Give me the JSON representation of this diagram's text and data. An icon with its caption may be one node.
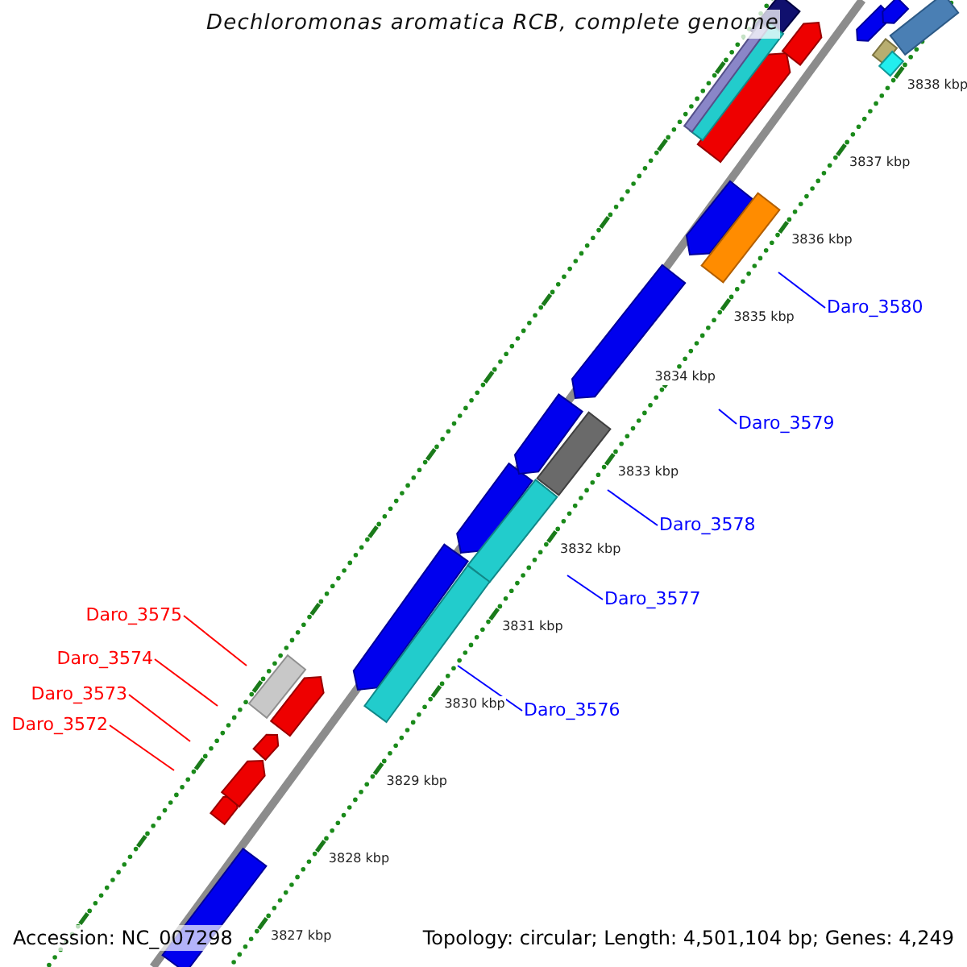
{
  "diagram": {
    "title": "Dechloromonas aromatica RCB, complete genome",
    "nodes": [
      {
        "text": [
          "Daro_3580"
        ]
      },
      {
        "text": [
          "Daro_3579"
        ]
      },
      {
        "text": [
          "Daro_3578"
        ]
      },
      {
        "text": [
          "Daro_3577"
        ]
      },
      {
        "text": [
          "Daro_3575"
        ]
      },
      {
        "text": [
          "Daro_3574"
        ]
      },
      {
        "text": [
          "Daro_3573"
        ]
      },
      {
        "text": [
          "Daro_3576"
        ]
      },
      {
        "text": [
          "Daro_3572"
        ]
      }
    ],
    "edges": [
      {
        "from": 0,
        "to": null,
        "arrow": "none",
        "color": "#0000ff"
      },
      {
        "from": 1,
        "to": null,
        "arrow": "none",
        "color": "#0000ff"
      },
      {
        "from": 2,
        "to": null,
        "arrow": "none",
        "color": "#0000ff"
      },
      {
        "from": 3,
        "to": null,
        "arrow": "none",
        "color": "#0000ff"
      },
      {
        "from": 4,
        "to": null,
        "arrow": "none",
        "color": "#ff0000"
      },
      {
        "from": 5,
        "to": null,
        "arrow": "none",
        "color": "#ff0000"
      },
      {
        "from": 6,
        "to": null,
        "arrow": "none",
        "color": "#ff0000"
      },
      {
        "from": 7,
        "to": null,
        "arrow": "none",
        "color": "#0000ff"
      },
      {
        "from": 8,
        "to": null,
        "arrow": "none",
        "color": "#ff0000"
      }
    ],
    "labels": [
      "3838 kbp",
      "3837 kbp",
      "3836 kbp",
      "3835 kbp",
      "3834 kbp",
      "3833 kbp",
      "3832 kbp",
      "3831 kbp",
      "3830 kbp",
      "3829 kbp",
      "3828 kbp",
      "3827 kbp",
      "Accession: NC_007298",
      "Topology: circular; Length: 4,501,104 bp; Genes: 4,249"
    ]
  }
}
